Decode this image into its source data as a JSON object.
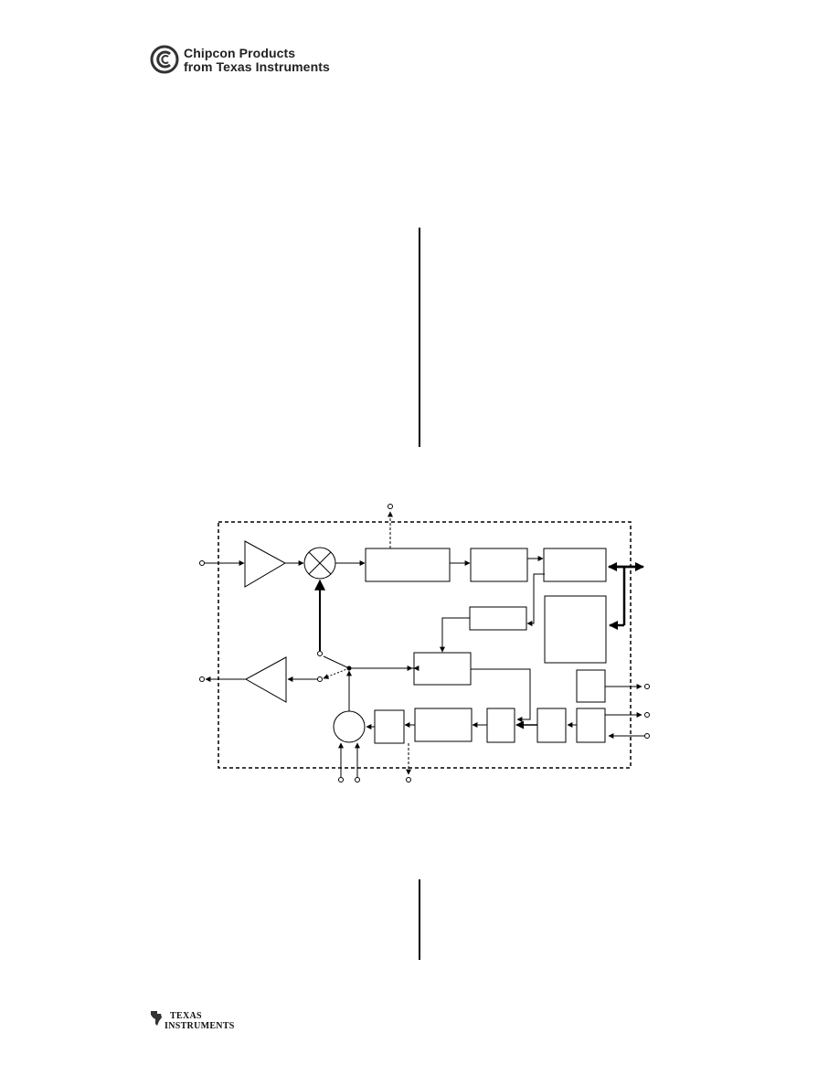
{
  "header": {
    "brand_line1": "Chipcon Products",
    "brand_line2": "from Texas Instruments",
    "logo_icon": "chipcon-cc-logo-icon"
  },
  "footer": {
    "ti_line1": "TEXAS",
    "ti_line2": "INSTRUMENTS",
    "logo_icon": "texas-instruments-logo-icon"
  },
  "colors": {
    "ink": "#000000",
    "logo_gray": "#333333"
  }
}
